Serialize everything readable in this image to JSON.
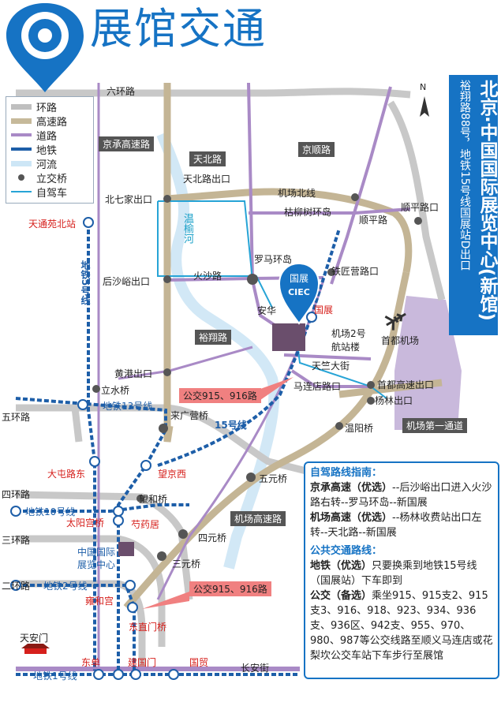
{
  "title": "展馆交通",
  "legend": [
    {
      "label": "环路",
      "color": "#bfbfbf"
    },
    {
      "label": "高速路",
      "color": "#c6b99a"
    },
    {
      "label": "道路",
      "color": "#a98ac6"
    },
    {
      "label": "地铁",
      "color": "#1d5ea8"
    },
    {
      "label": "河流",
      "color": "#cde6f6"
    },
    {
      "label": "立交桥",
      "color": "#555555"
    },
    {
      "label": "自驾车",
      "color": "#27a4d6"
    }
  ],
  "venue_box": {
    "name": "北京·中国国际展览中心(新馆)",
    "address": "裕翔路88号，地铁15号线国展站D出口"
  },
  "pin": {
    "line1": "国展",
    "line2": "CIEC"
  },
  "compass": "N",
  "tags_gray": [
    "京承高速路",
    "天北路",
    "京顺路",
    "裕翔路",
    "机场第一通道",
    "机场高速路"
  ],
  "bus_tag_1": "公交915、916路",
  "bus_tag_2": "公交915、916路",
  "road_labels": [
    "六环路",
    "天北路出口",
    "北七家出口",
    "机场北线",
    "枯柳树环岛",
    "顺平路",
    "顺平路口",
    "火沙路",
    "后沙峪出口",
    "罗马环岛",
    "铁匠营路口",
    "安华",
    "机场2号",
    "航站楼",
    "首都机场",
    "天竺大街",
    "黄港出口",
    "马连店路口",
    "首都高速出口",
    "杨林出口",
    "立水桥",
    "五环路",
    "来广营桥",
    "温阳桥",
    "五元桥",
    "望和桥",
    "四环路",
    "四元桥",
    "三环路",
    "三元桥",
    "二环路",
    "天安门",
    "长安街"
  ],
  "red_labels": [
    "天通苑北站",
    "国展",
    "大屯路东",
    "望京西",
    "太阳宫桥",
    "芍药居",
    "雍和宫",
    "东直门桥",
    "东单",
    "建国门",
    "国贸"
  ],
  "blue_labels": [
    "地铁13号线",
    "地铁10号线",
    "地铁2号线",
    "地铁1号线",
    "中国国际",
    "展览中心"
  ],
  "subway5_label": "地铁5号线",
  "subway15_label": "15号线",
  "river_label": "温榆河",
  "guide": {
    "drive_title": "自驾路线指南：",
    "drive1_head": "京承高速（优选）",
    "drive1_body": "--后沙峪出口进入火沙路右转--罗马环岛--新国展",
    "drive2_head": "机场高速（优选）",
    "drive2_body": "--杨林收费站出口左转--天北路--新国展",
    "transit_title": "公共交通路线：",
    "subway_head": "地铁（优选）",
    "subway_body": "只要换乘到地铁15号线（国展站）下车即到",
    "bus_head": "公交（备选）",
    "bus_body": "乘坐915、915支2、915支3、916、918、923、934、936支、936区、942支、955、970、980、987等公交线路至顺义马连店或花梨坎公交车站下车步行至展馆"
  }
}
